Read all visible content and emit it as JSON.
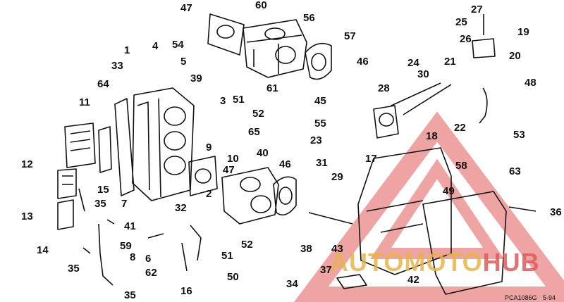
{
  "callouts": [
    "1",
    "2",
    "3",
    "4",
    "5",
    "6",
    "7",
    "8",
    "9",
    "10",
    "11",
    "12",
    "13",
    "14",
    "15",
    "16",
    "17",
    "18",
    "19",
    "20",
    "21",
    "22",
    "23",
    "24",
    "25",
    "26",
    "27",
    "28",
    "29",
    "30",
    "31",
    "32",
    "33",
    "34",
    "35",
    "36",
    "37",
    "38",
    "39",
    "40",
    "41",
    "42",
    "43",
    "45",
    "46",
    "47",
    "48",
    "49",
    "50",
    "51",
    "52",
    "53",
    "54",
    "55",
    "56",
    "57",
    "58",
    "59",
    "60",
    "61",
    "62",
    "63",
    "64",
    "65"
  ],
  "footer": {
    "code": "PCA1086G",
    "page": "5-94"
  },
  "watermark": {
    "part_a": "AUTOMOTO",
    "part_b": "HUB",
    "color_a": "#e8b44a",
    "color_b": "#e25b5b"
  }
}
